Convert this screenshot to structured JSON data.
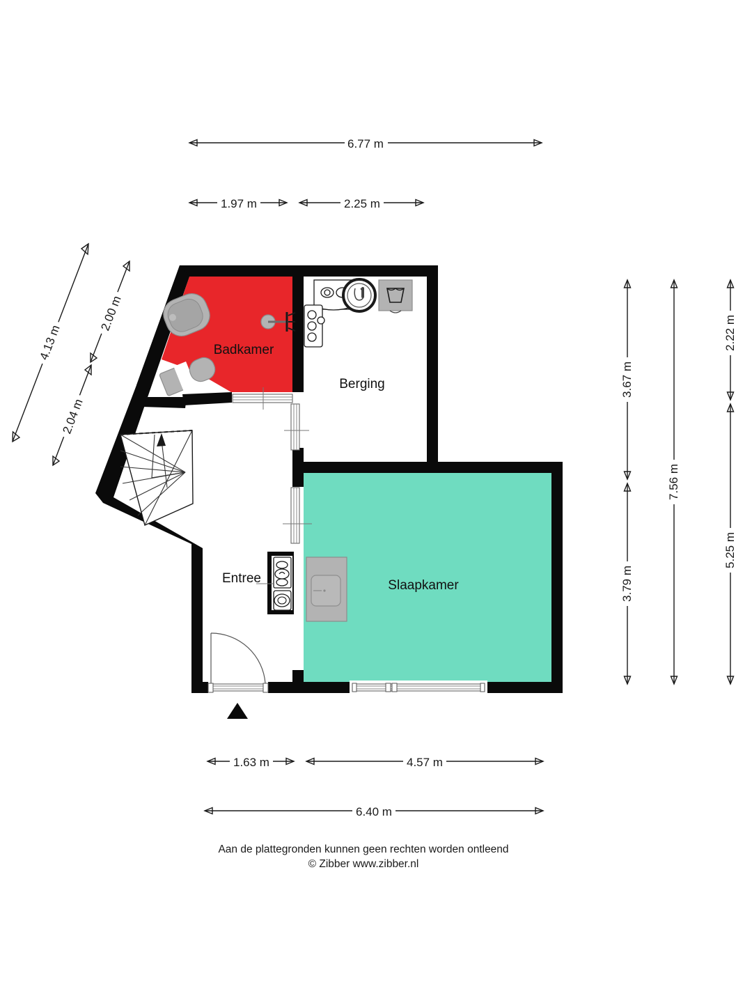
{
  "document": {
    "type": "floor-plan",
    "language": "nl"
  },
  "rooms": [
    {
      "id": "badkamer",
      "label": "Badkamer",
      "color": "#E8262A"
    },
    {
      "id": "berging",
      "label": "Berging",
      "color": "#FFFFFF"
    },
    {
      "id": "entree",
      "label": "Entree",
      "color": "#FFFFFF"
    },
    {
      "id": "slaapkamer",
      "label": "Slaapkamer",
      "color": "#6FDCC0"
    }
  ],
  "dimensions": {
    "top_overall": "6.77 m",
    "top_seg_left": "1.97 m",
    "top_seg_right": "2.25 m",
    "left_outer": "4.13 m",
    "left_inner_upper": "2.00 m",
    "left_inner_lower": "2.04 m",
    "right_col1_upper": "3.67 m",
    "right_col1_lower": "3.79 m",
    "right_col2_total": "7.56 m",
    "right_col3_upper": "2.22 m",
    "right_col3_lower": "5.25 m",
    "bottom_seg_left": "1.63 m",
    "bottom_seg_right": "4.57 m",
    "bottom_overall": "6.40 m"
  },
  "footer": {
    "line1": "Aan de plattegronden kunnen geen rechten worden ontleend",
    "line2": "© Zibber www.zibber.nl"
  },
  "fixtures": {
    "bathtub": "bathtub-icon",
    "toilet_bath": "toilet-icon",
    "washbasin_bath": "washbasin-icon",
    "shower": "shower-icon",
    "kitchen_sink": "kitchen-sink-icon",
    "cooktop": "cooktop-icon",
    "boiler": "boiler-icon",
    "washing_machine": "washing-machine-icon",
    "wc_sink": "wc-sink-icon",
    "wc_toilet": "wc-toilet-icon",
    "wardrobe": "wardrobe-icon",
    "stairs": "staircase-icon",
    "entrance_marker": "entrance-arrow-icon"
  },
  "colors": {
    "wall": "#0A0A0A",
    "bathroom_fill": "#E8262A",
    "bedroom_fill": "#6FDCC0",
    "fixture_grey": "#B3B3B3",
    "background": "#FFFFFF"
  }
}
